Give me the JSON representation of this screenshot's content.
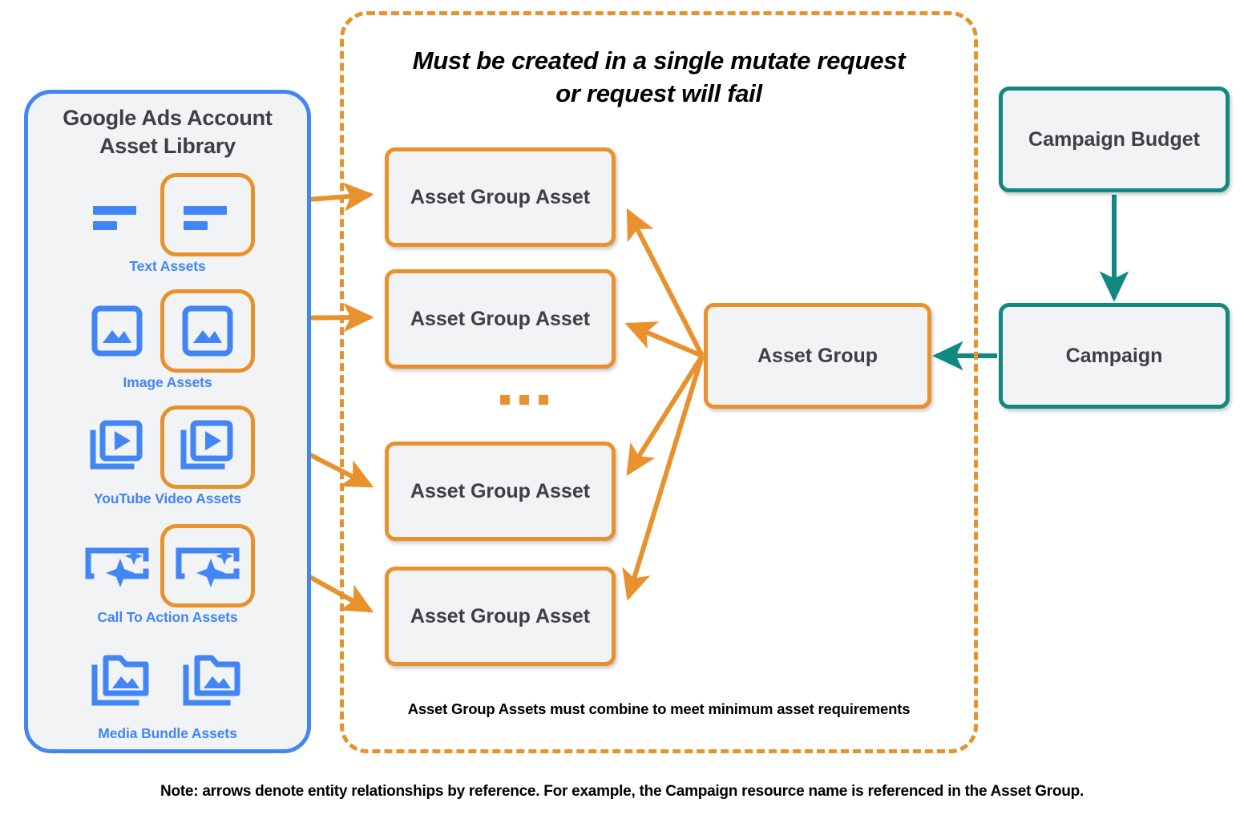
{
  "library": {
    "title_line1": "Google Ads Account",
    "title_line2": "Asset Library",
    "rows": [
      {
        "caption": "Text Assets",
        "icon": "text-asset-icon",
        "highlighted_index": 1,
        "count": 2
      },
      {
        "caption": "Image Assets",
        "icon": "image-asset-icon",
        "highlighted_index": 1,
        "count": 2
      },
      {
        "caption": "YouTube Video  Assets",
        "icon": "video-asset-icon",
        "highlighted_index": 1,
        "count": 2
      },
      {
        "caption": "Call To Action Assets",
        "icon": "call-to-action-icon",
        "highlighted_index": 1,
        "count": 2
      },
      {
        "caption": "Media Bundle  Assets",
        "icon": "media-bundle-icon",
        "highlighted_index": -1,
        "count": 2
      }
    ]
  },
  "mutate_group": {
    "heading_line1": "Must be created in a single mutate request",
    "heading_line2": "or request will fail",
    "footnote": "Asset Group Assets must combine to meet minimum asset requirements",
    "ellipsis": "..."
  },
  "nodes": {
    "asset_group_asset_1": "Asset Group Asset",
    "asset_group_asset_2": "Asset Group Asset",
    "asset_group_asset_3": "Asset Group Asset",
    "asset_group_asset_4": "Asset Group Asset",
    "asset_group": "Asset Group",
    "campaign_budget": "Campaign Budget",
    "campaign": "Campaign"
  },
  "footer": {
    "note": "Note: arrows denote entity relationships by reference. For example, the Campaign resource name is referenced in the Asset Group."
  },
  "colors": {
    "blue": "#4285f4",
    "orange": "#e8912d",
    "teal": "#12897e",
    "node_fill": "#f1f3f4",
    "text_dark": "#3c4043"
  }
}
